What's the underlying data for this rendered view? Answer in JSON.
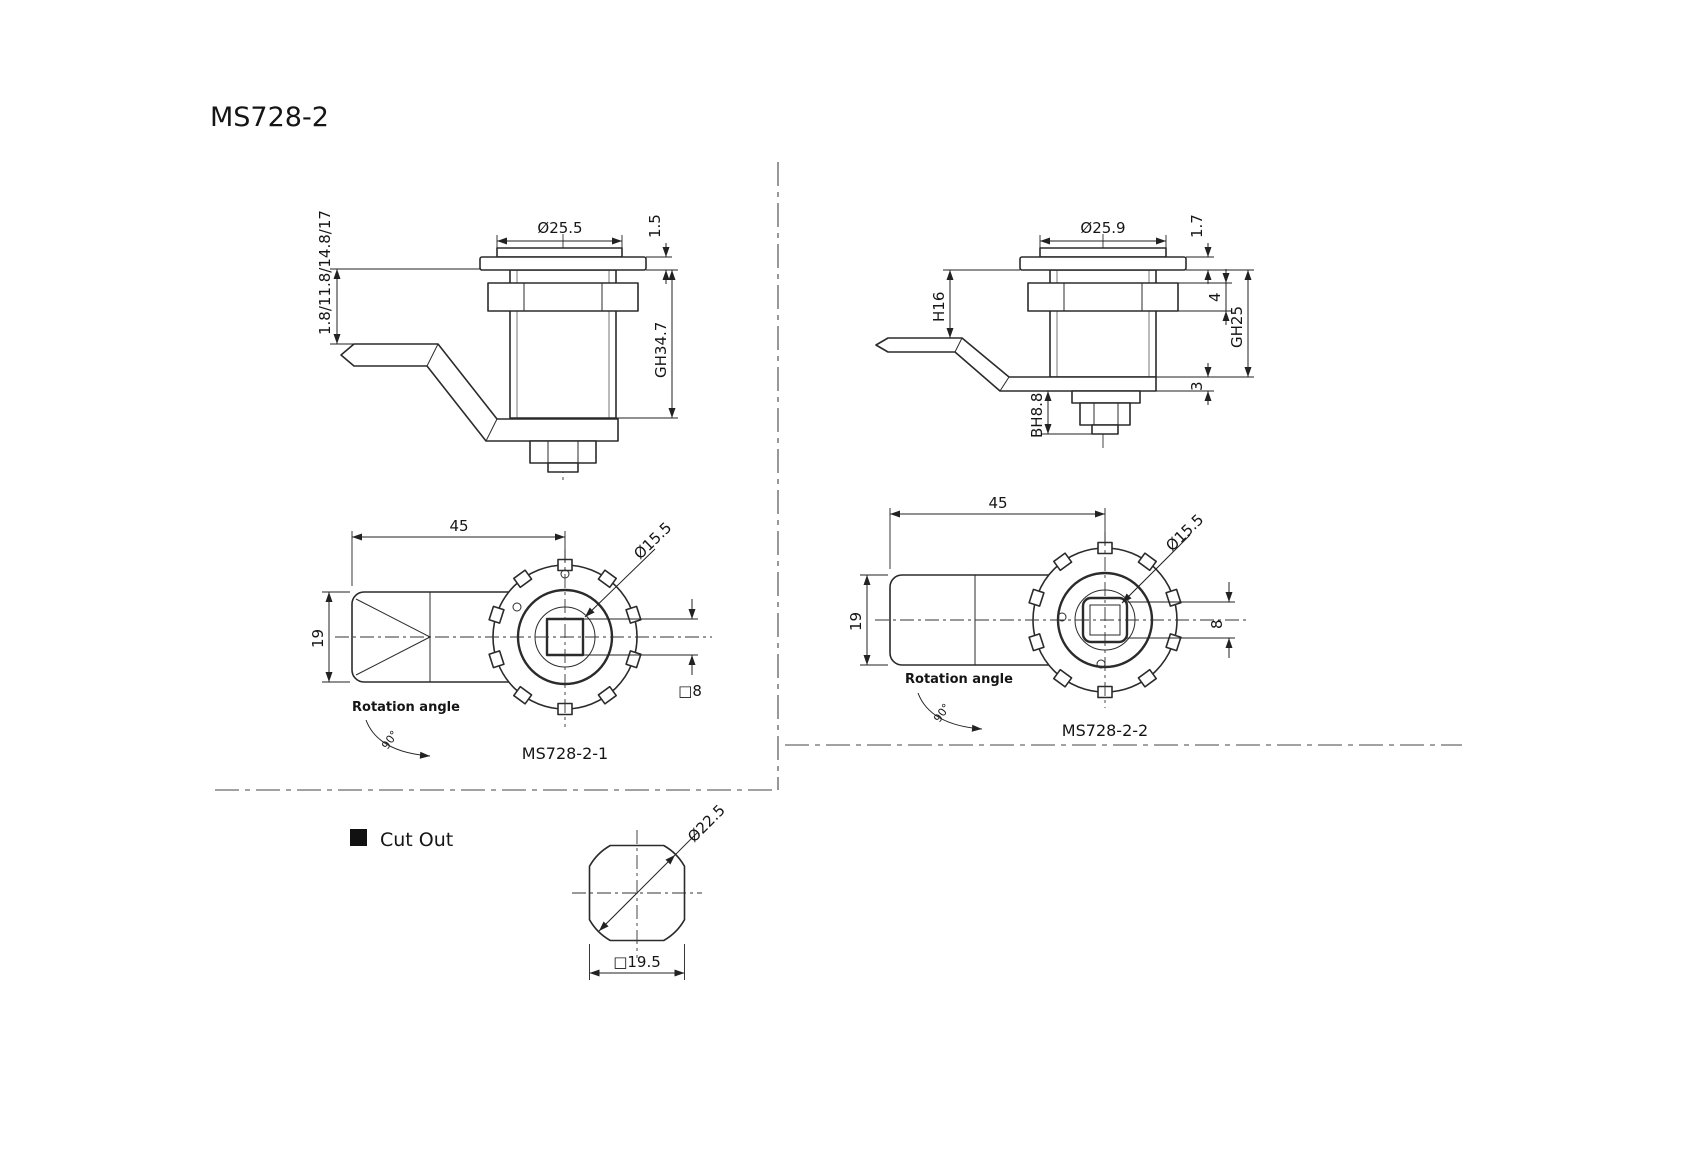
{
  "title": "MS728-2",
  "variant1": {
    "name": "MS728-2-1",
    "front": {
      "grip_range": "1.8/11.8/14.8/17",
      "head_diameter": "Ø25.5",
      "flange_thickness": "1.5",
      "grip_height": "GH34.7"
    },
    "top": {
      "arm_length": "45",
      "arm_width": "19",
      "boss_diameter": "Ø15.5",
      "square_size": "□8",
      "rotation_label": "Rotation angle",
      "rotation_angle": "90°"
    }
  },
  "variant2": {
    "name": "MS728-2-2",
    "front": {
      "head_diameter": "Ø25.9",
      "flange_thickness": "1.7",
      "nut_height": "4",
      "grip_height": "GH25",
      "head_height": "H16",
      "cam_gap": "3",
      "base_height": "BH8.8"
    },
    "top": {
      "arm_length": "45",
      "arm_width": "19",
      "boss_diameter": "Ø15.5",
      "square_size": "8",
      "rotation_label": "Rotation angle",
      "rotation_angle": "90°"
    }
  },
  "cutout": {
    "label": "Cut Out",
    "hole_diameter": "Ø22.5",
    "hole_square": "□19.5"
  }
}
